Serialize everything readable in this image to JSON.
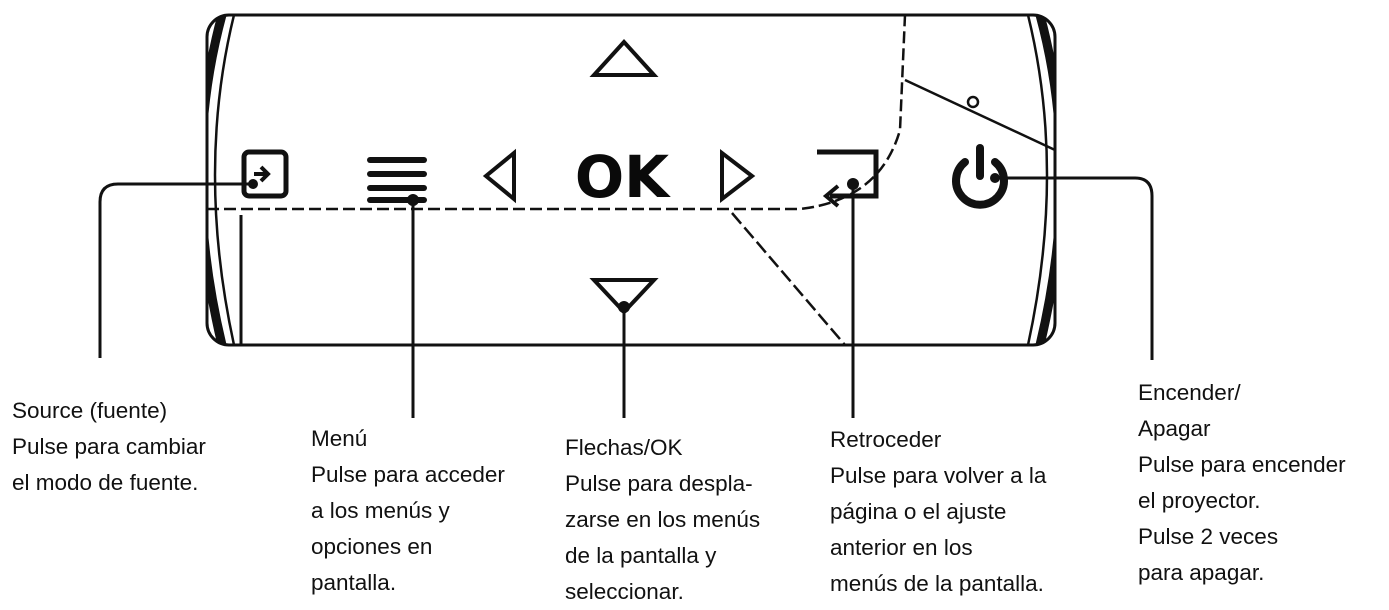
{
  "panel": {
    "ok_label": "OK"
  },
  "buttons": [
    {
      "id": "source",
      "title": "Source (fuente)",
      "lines": [
        "Pulse para cambiar",
        "el modo de fuente."
      ],
      "icon": "source-icon"
    },
    {
      "id": "menu",
      "title": "Menú",
      "lines": [
        "Pulse para acceder",
        "a los menús y",
        "opciones en",
        "pantalla."
      ],
      "icon": "menu-icon"
    },
    {
      "id": "arrows",
      "title": "Flechas/OK",
      "lines": [
        "Pulse para despla-",
        "zarse en los menús",
        "de la pantalla y",
        "seleccionar."
      ],
      "icon": "arrow-icons"
    },
    {
      "id": "back",
      "title": "Retroceder",
      "lines": [
        "Pulse para volver a la",
        "página o el ajuste",
        "anterior en los",
        "menús de la pantalla."
      ],
      "icon": "back-icon"
    },
    {
      "id": "power",
      "title": "Encender/",
      "title2": "Apagar",
      "lines": [
        "Pulse para encender",
        "el proyector.",
        "Pulse 2 veces",
        " para apagar."
      ],
      "icon": "power-icon"
    }
  ],
  "colors": {
    "line": "#111111",
    "background": "#ffffff"
  }
}
